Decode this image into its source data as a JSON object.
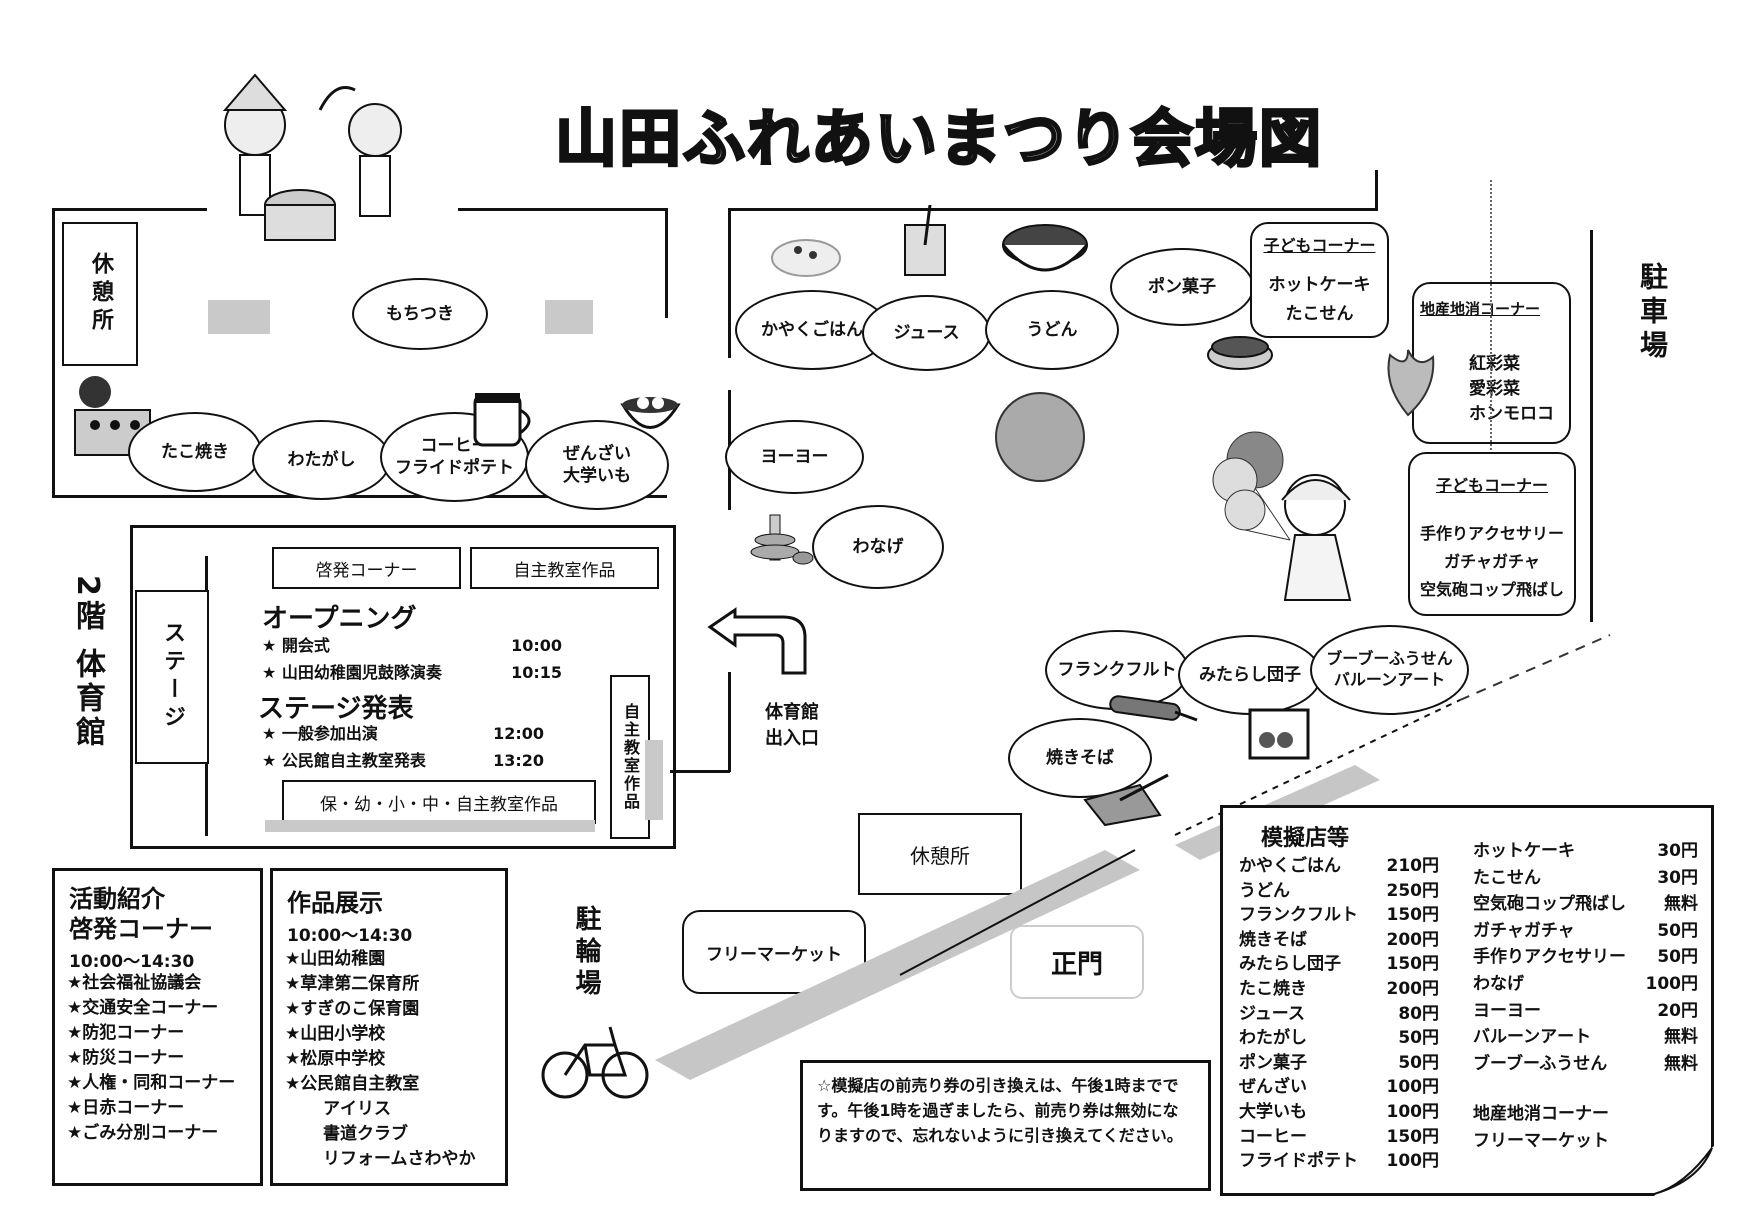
{
  "title": "山田ふれあいまつり会場図",
  "areas": {
    "rest_left": "休憩所",
    "mochitsuki": "もちつき",
    "takoyaki": "たこ焼き",
    "watagashi": "わたがし",
    "coffee_fries": "コーヒー\nフライドポテト",
    "zenzai": "ぜんざい\n大学いも",
    "kayaku": "かやくごはん",
    "juice": "ジュース",
    "udon": "うどん",
    "pongashi": "ポン菓子",
    "yoyo": "ヨーヨー",
    "wanage": "わなげ",
    "frank": "フランクフルト",
    "mitarashi": "みたらし団子",
    "boo_balloon": "ブーブーふうせん\nバルーンアート",
    "yakisoba": "焼きそば",
    "rest_center": "休憩所",
    "flea": "フリーマーケット",
    "seimon": "正門",
    "gym_entrance": "体育館\n出入口",
    "bike_parking": "駐輪場",
    "car_parking": "駐車場"
  },
  "kids_corner_1": {
    "title": "子どもコーナー",
    "items": [
      "ホットケーキ",
      "たこせん"
    ]
  },
  "local_corner": {
    "title": "地産地消コーナー",
    "items": [
      "紅彩菜",
      "愛彩菜",
      "ホンモロコ"
    ]
  },
  "kids_corner_2": {
    "title": "子どもコーナー",
    "items": [
      "手作りアクセサリー",
      "ガチャガチャ",
      "空気砲コップ飛ばし"
    ]
  },
  "gym": {
    "floor_label": "2階 体育館",
    "stage_label": "ステージ",
    "keihatsu": "啓発コーナー",
    "jishu": "自主教室作品",
    "jishu_vertical": "自主教室作品",
    "hoyo": "保・幼・小・中・自主教室作品",
    "opening_title": "オープニング",
    "opening": [
      {
        "name": "★ 開会式",
        "time": "10:00"
      },
      {
        "name": "★ 山田幼稚園児鼓隊演奏",
        "time": "10:15"
      }
    ],
    "stage_title": "ステージ発表",
    "stage": [
      {
        "name": "★ 一般参加出演",
        "time": "12:00"
      },
      {
        "name": "★ 公民館自主教室発表",
        "time": "13:20"
      }
    ]
  },
  "activities": {
    "title1": "活動紹介",
    "title2": "啓発コーナー",
    "time": "10:00～14:30",
    "items": [
      "★社会福祉協議会",
      "★交通安全コーナー",
      "★防犯コーナー",
      "★防災コーナー",
      "★人権・同和コーナー",
      "★日赤コーナー",
      "★ごみ分別コーナー"
    ]
  },
  "works": {
    "title": "作品展示",
    "time": "10:00～14:30",
    "items": [
      "★山田幼稚園",
      "★草津第二保育所",
      "★すぎのこ保育園",
      "★山田小学校",
      "★松原中学校",
      "★公民館自主教室"
    ],
    "sub_items": [
      "アイリス",
      "書道クラブ",
      "リフォームさわやか"
    ]
  },
  "notice": "☆模擬店の前売り券の引き換えは、午後1時までです。午後1時を過ぎましたら、前売り券は無効になりますので、忘れないように引き換えてください。",
  "prices": {
    "title": "模擬店等",
    "left": [
      {
        "name": "かやくごはん",
        "price": "210円"
      },
      {
        "name": "うどん",
        "price": "250円"
      },
      {
        "name": "フランクフルト",
        "price": "150円"
      },
      {
        "name": "焼きそば",
        "price": "200円"
      },
      {
        "name": "みたらし団子",
        "price": "150円"
      },
      {
        "name": "たこ焼き",
        "price": "200円"
      },
      {
        "name": "ジュース",
        "price": "80円"
      },
      {
        "name": "わたがし",
        "price": "50円"
      },
      {
        "name": "ポン菓子",
        "price": "50円"
      },
      {
        "name": "ぜんざい",
        "price": "100円"
      },
      {
        "name": "大学いも",
        "price": "100円"
      },
      {
        "name": "コーヒー",
        "price": "150円"
      },
      {
        "name": "フライドポテト",
        "price": "100円"
      }
    ],
    "right": [
      {
        "name": "ホットケーキ",
        "price": "30円"
      },
      {
        "name": "たこせん",
        "price": "30円"
      },
      {
        "name": "空気砲コップ飛ばし",
        "price": "無料"
      },
      {
        "name": "ガチャガチャ",
        "price": "50円"
      },
      {
        "name": "手作りアクセサリー",
        "price": "50円"
      },
      {
        "name": "わなげ",
        "price": "100円"
      },
      {
        "name": "ヨーヨー",
        "price": "20円"
      },
      {
        "name": "バルーンアート",
        "price": "無料"
      },
      {
        "name": "ブーブーふうせん",
        "price": "無料"
      }
    ],
    "extra": [
      "地産地消コーナー",
      "フリーマーケット"
    ]
  }
}
